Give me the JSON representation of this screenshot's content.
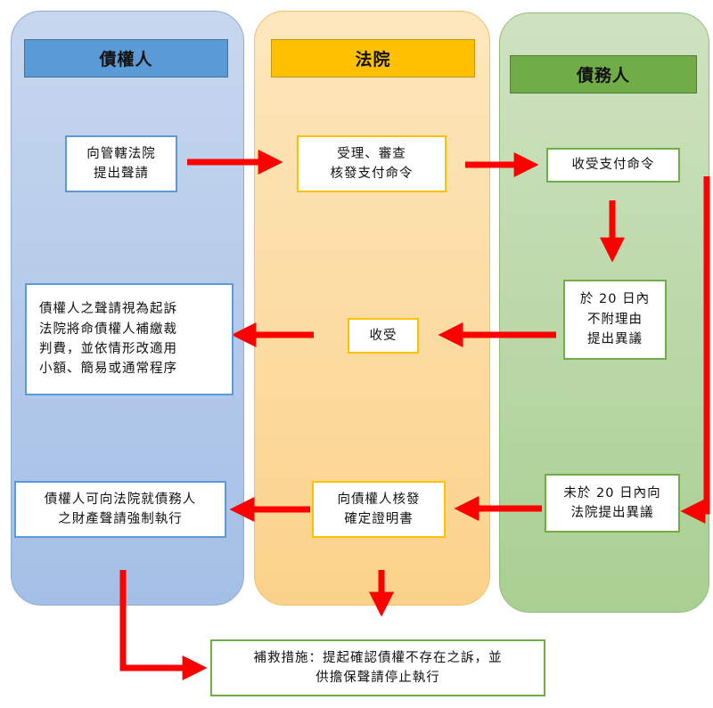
{
  "lanes": {
    "creditor": "債權人",
    "court": "法院",
    "debtor": "債務人"
  },
  "nodes": {
    "apply": "向管轄法院\n提出聲請",
    "review": "受理、審查\n核發支付命令",
    "receive_order": "收受支付命令",
    "objection": "於 20 日內\n不附理由\n提出異議",
    "court_receive": "收受",
    "deemed_suit": "債權人之聲請視為起訴\n法院將命債權人補繳裁\n判費，並依情形改適用\n小額、簡易或通常程序",
    "no_objection": "未於 20 日內向\n法院提出異議",
    "certificate": "向債權人核發\n確定證明書",
    "enforce": "債權人可向法院就債務人\n之財產聲請強制執行",
    "remedy": "補救措施：提起確認債權不存在之訴，並\n供擔保聲請停止執行"
  },
  "colors": {
    "arrow": "#ff0000",
    "creditor": "#5b9bd5",
    "court": "#ffc000",
    "debtor": "#70ad47"
  }
}
